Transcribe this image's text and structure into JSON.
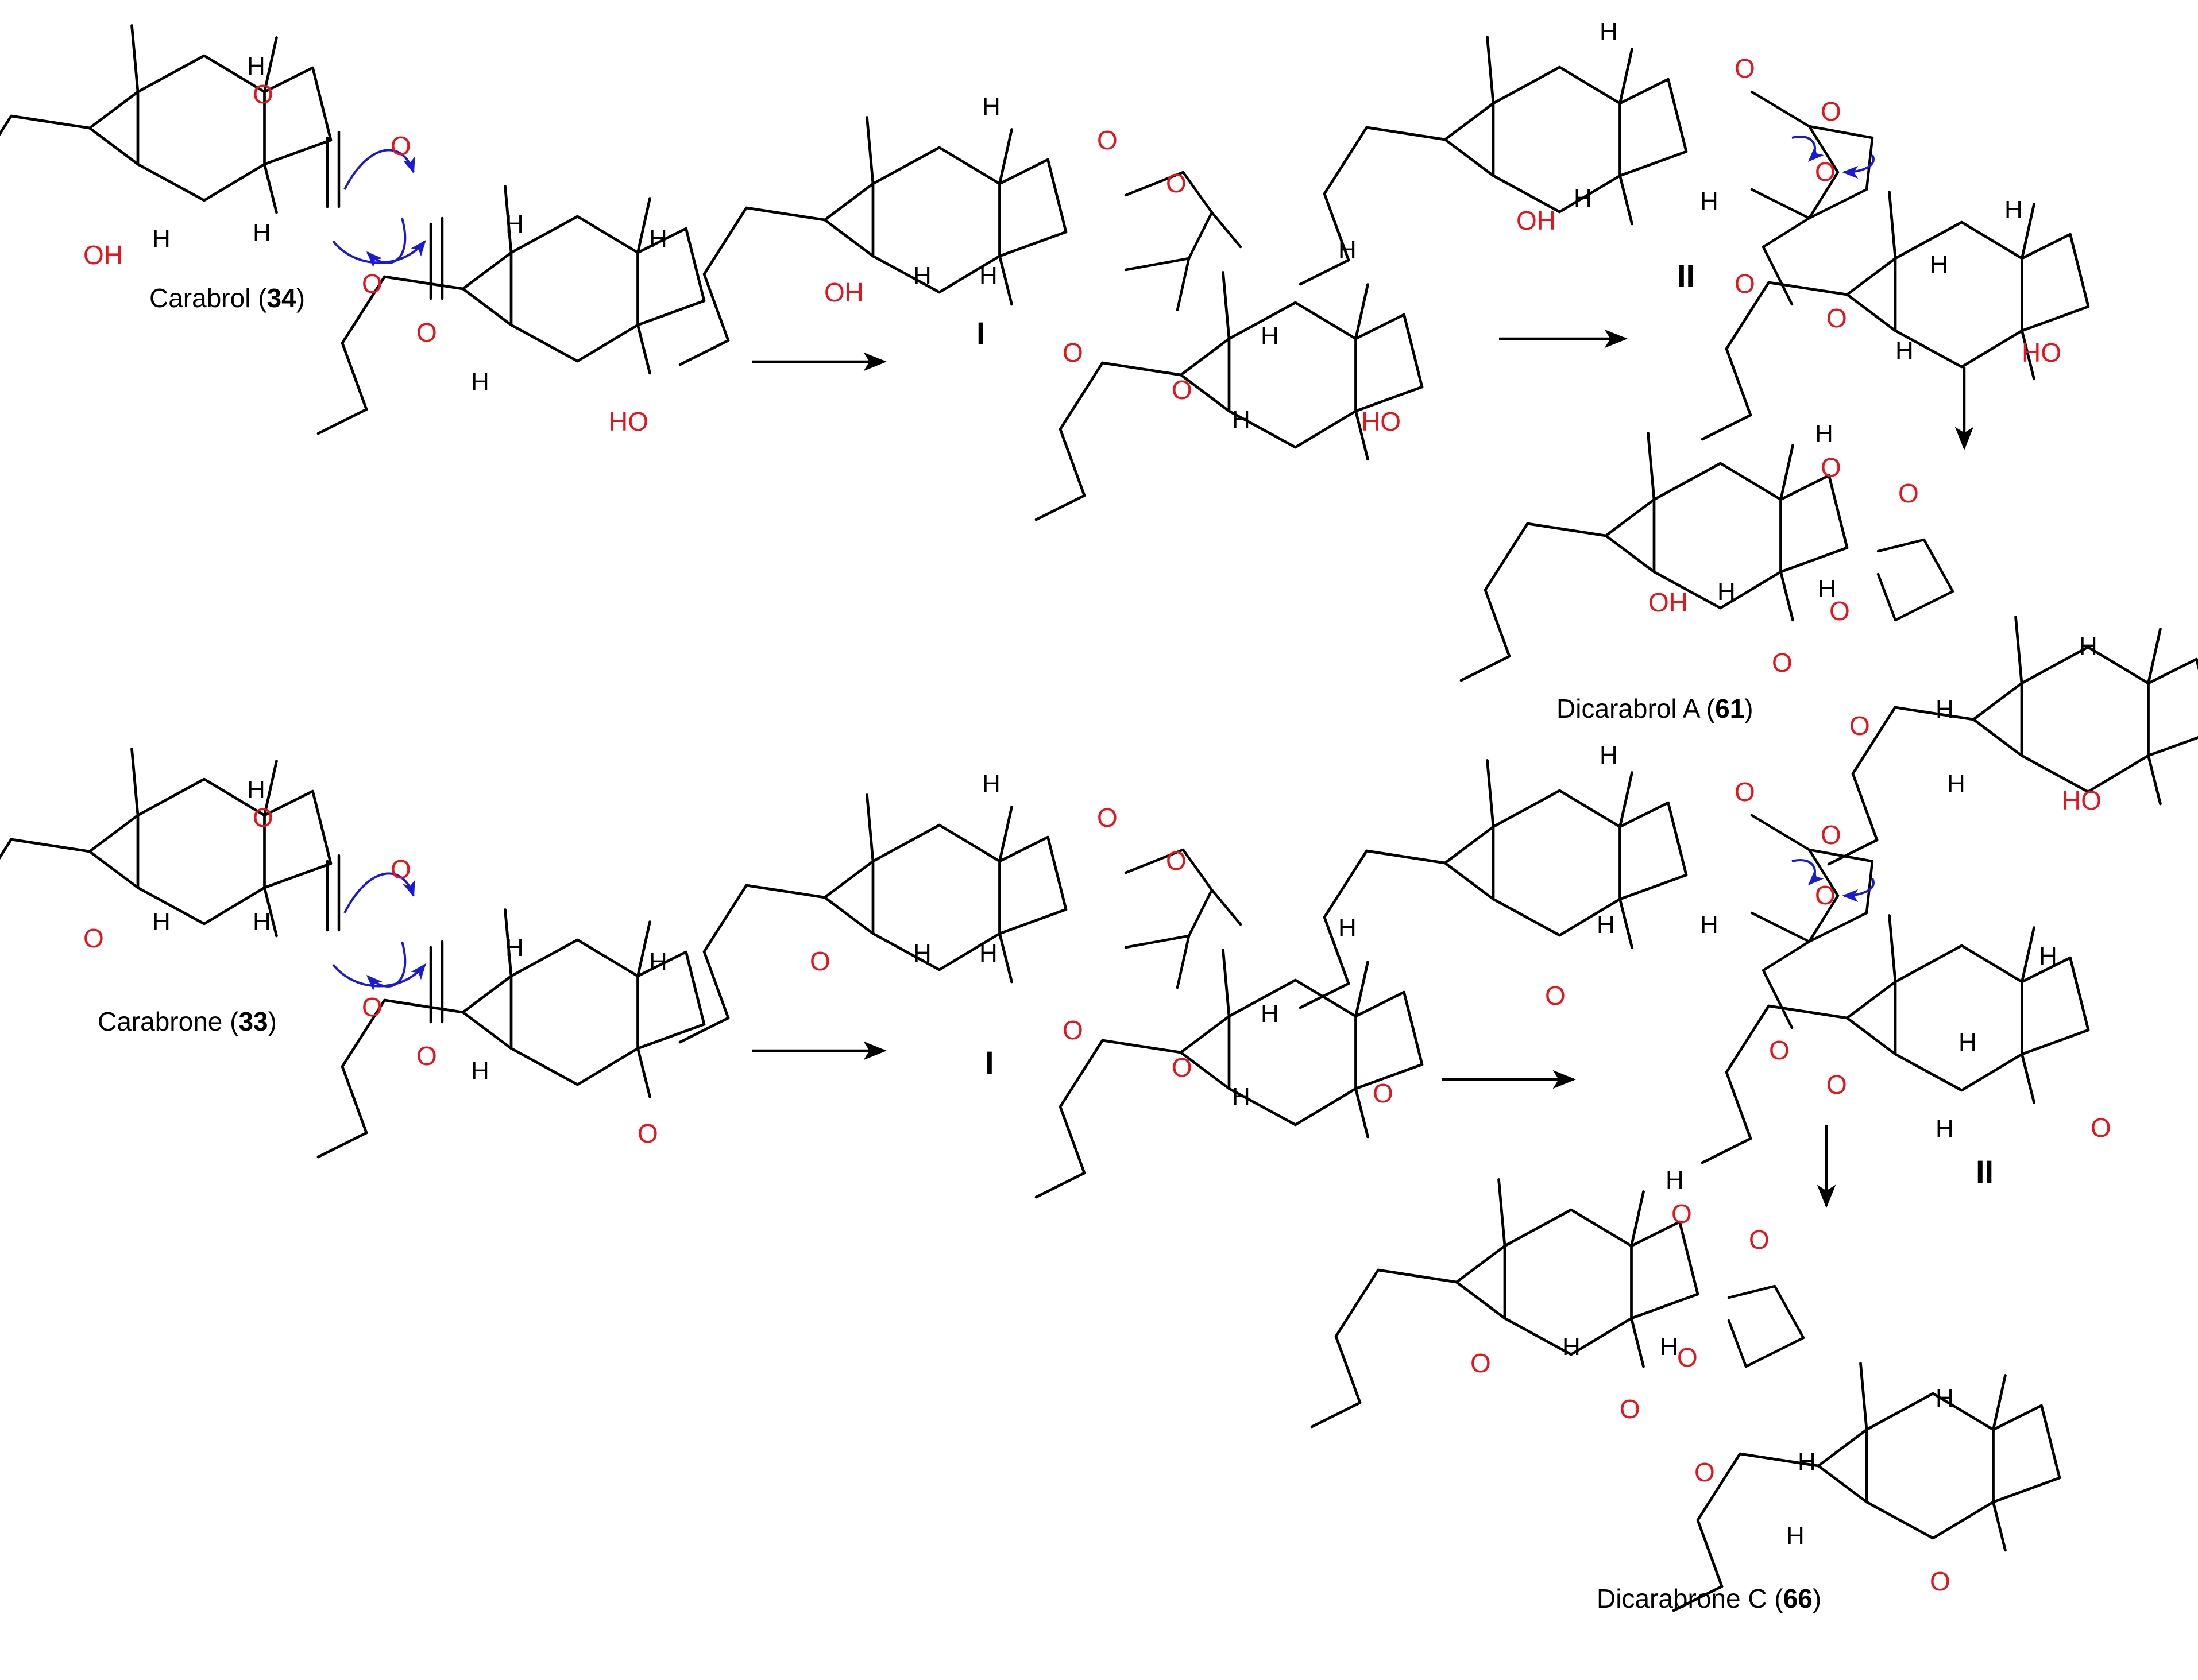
{
  "diagram": {
    "type": "reaction-scheme",
    "colors": {
      "oxygen": "#e8141b",
      "electron_arrow": "#1a1ad6",
      "bond": "#000000"
    },
    "atom_labels": {
      "oxygen": "O",
      "hydrogen": "H",
      "hydroxyl_left": "HO",
      "hydroxyl_right": "OH"
    },
    "compounds": {
      "carabrol": {
        "name": "Carabrol (",
        "number": "34",
        "close": ")"
      },
      "dicarabrol_a": {
        "name": "Dicarabrol A (",
        "number": "61",
        "close": ")"
      },
      "carabrone": {
        "name": "Carabrone (",
        "number": "33",
        "close": ")"
      },
      "dicarabrone_c": {
        "name": "Dicarabrone C (",
        "number": "66",
        "close": ")"
      }
    },
    "intermediates": {
      "first": "I",
      "second": "II"
    }
  }
}
